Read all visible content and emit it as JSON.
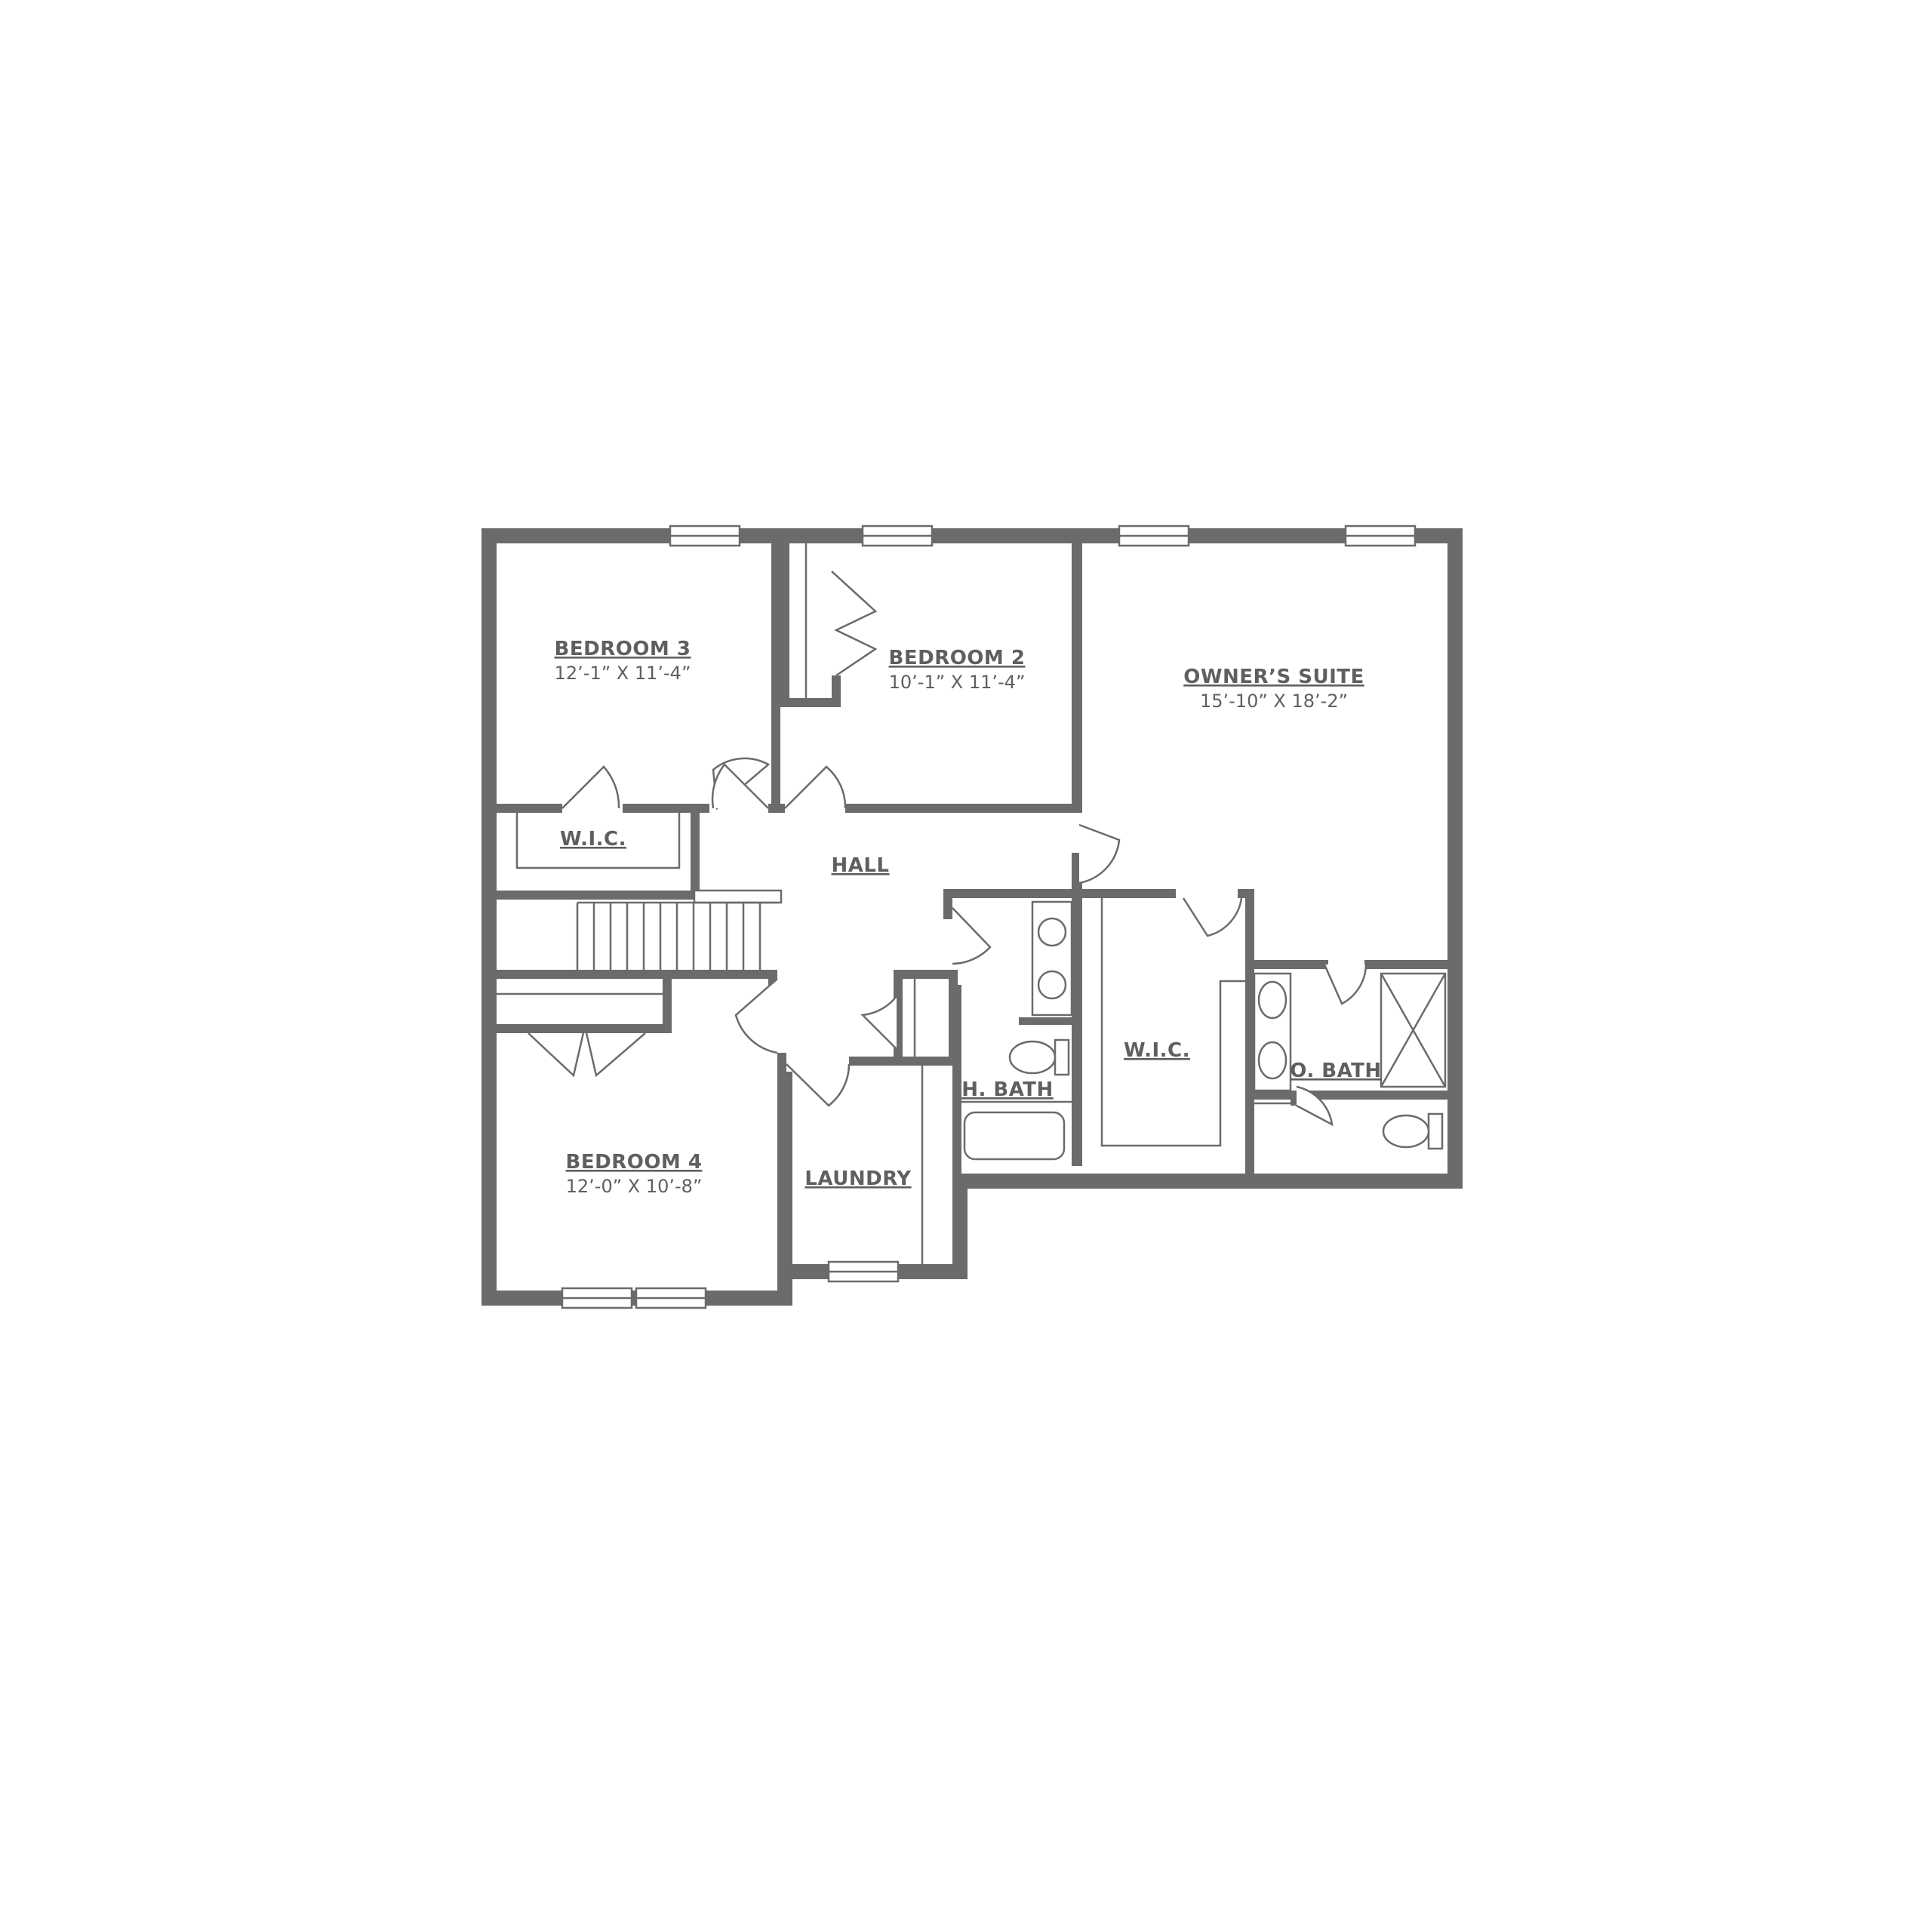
{
  "colors": {
    "wall": "#6b6b6b",
    "background": "#ffffff",
    "text": "#5f5f5f"
  },
  "rooms": {
    "bedroom3": {
      "name": "BEDROOM 3",
      "size": "12’-1” X 11’-4”"
    },
    "bedroom2": {
      "name": "BEDROOM 2",
      "size": "10’-1” X 11’-4”"
    },
    "owners_suite": {
      "name": "OWNER’S SUITE",
      "size": "15’-10” X 18’-2”"
    },
    "wic_bed3": {
      "name": "W.I.C."
    },
    "hall": {
      "name": "HALL"
    },
    "wic_owner": {
      "name": "W.I.C."
    },
    "h_bath": {
      "name": "H. BATH"
    },
    "o_bath": {
      "name": "O. BATH"
    },
    "bedroom4": {
      "name": "BEDROOM 4",
      "size": "12’-0” X 10’-8”"
    },
    "laundry": {
      "name": "LAUNDRY"
    }
  }
}
